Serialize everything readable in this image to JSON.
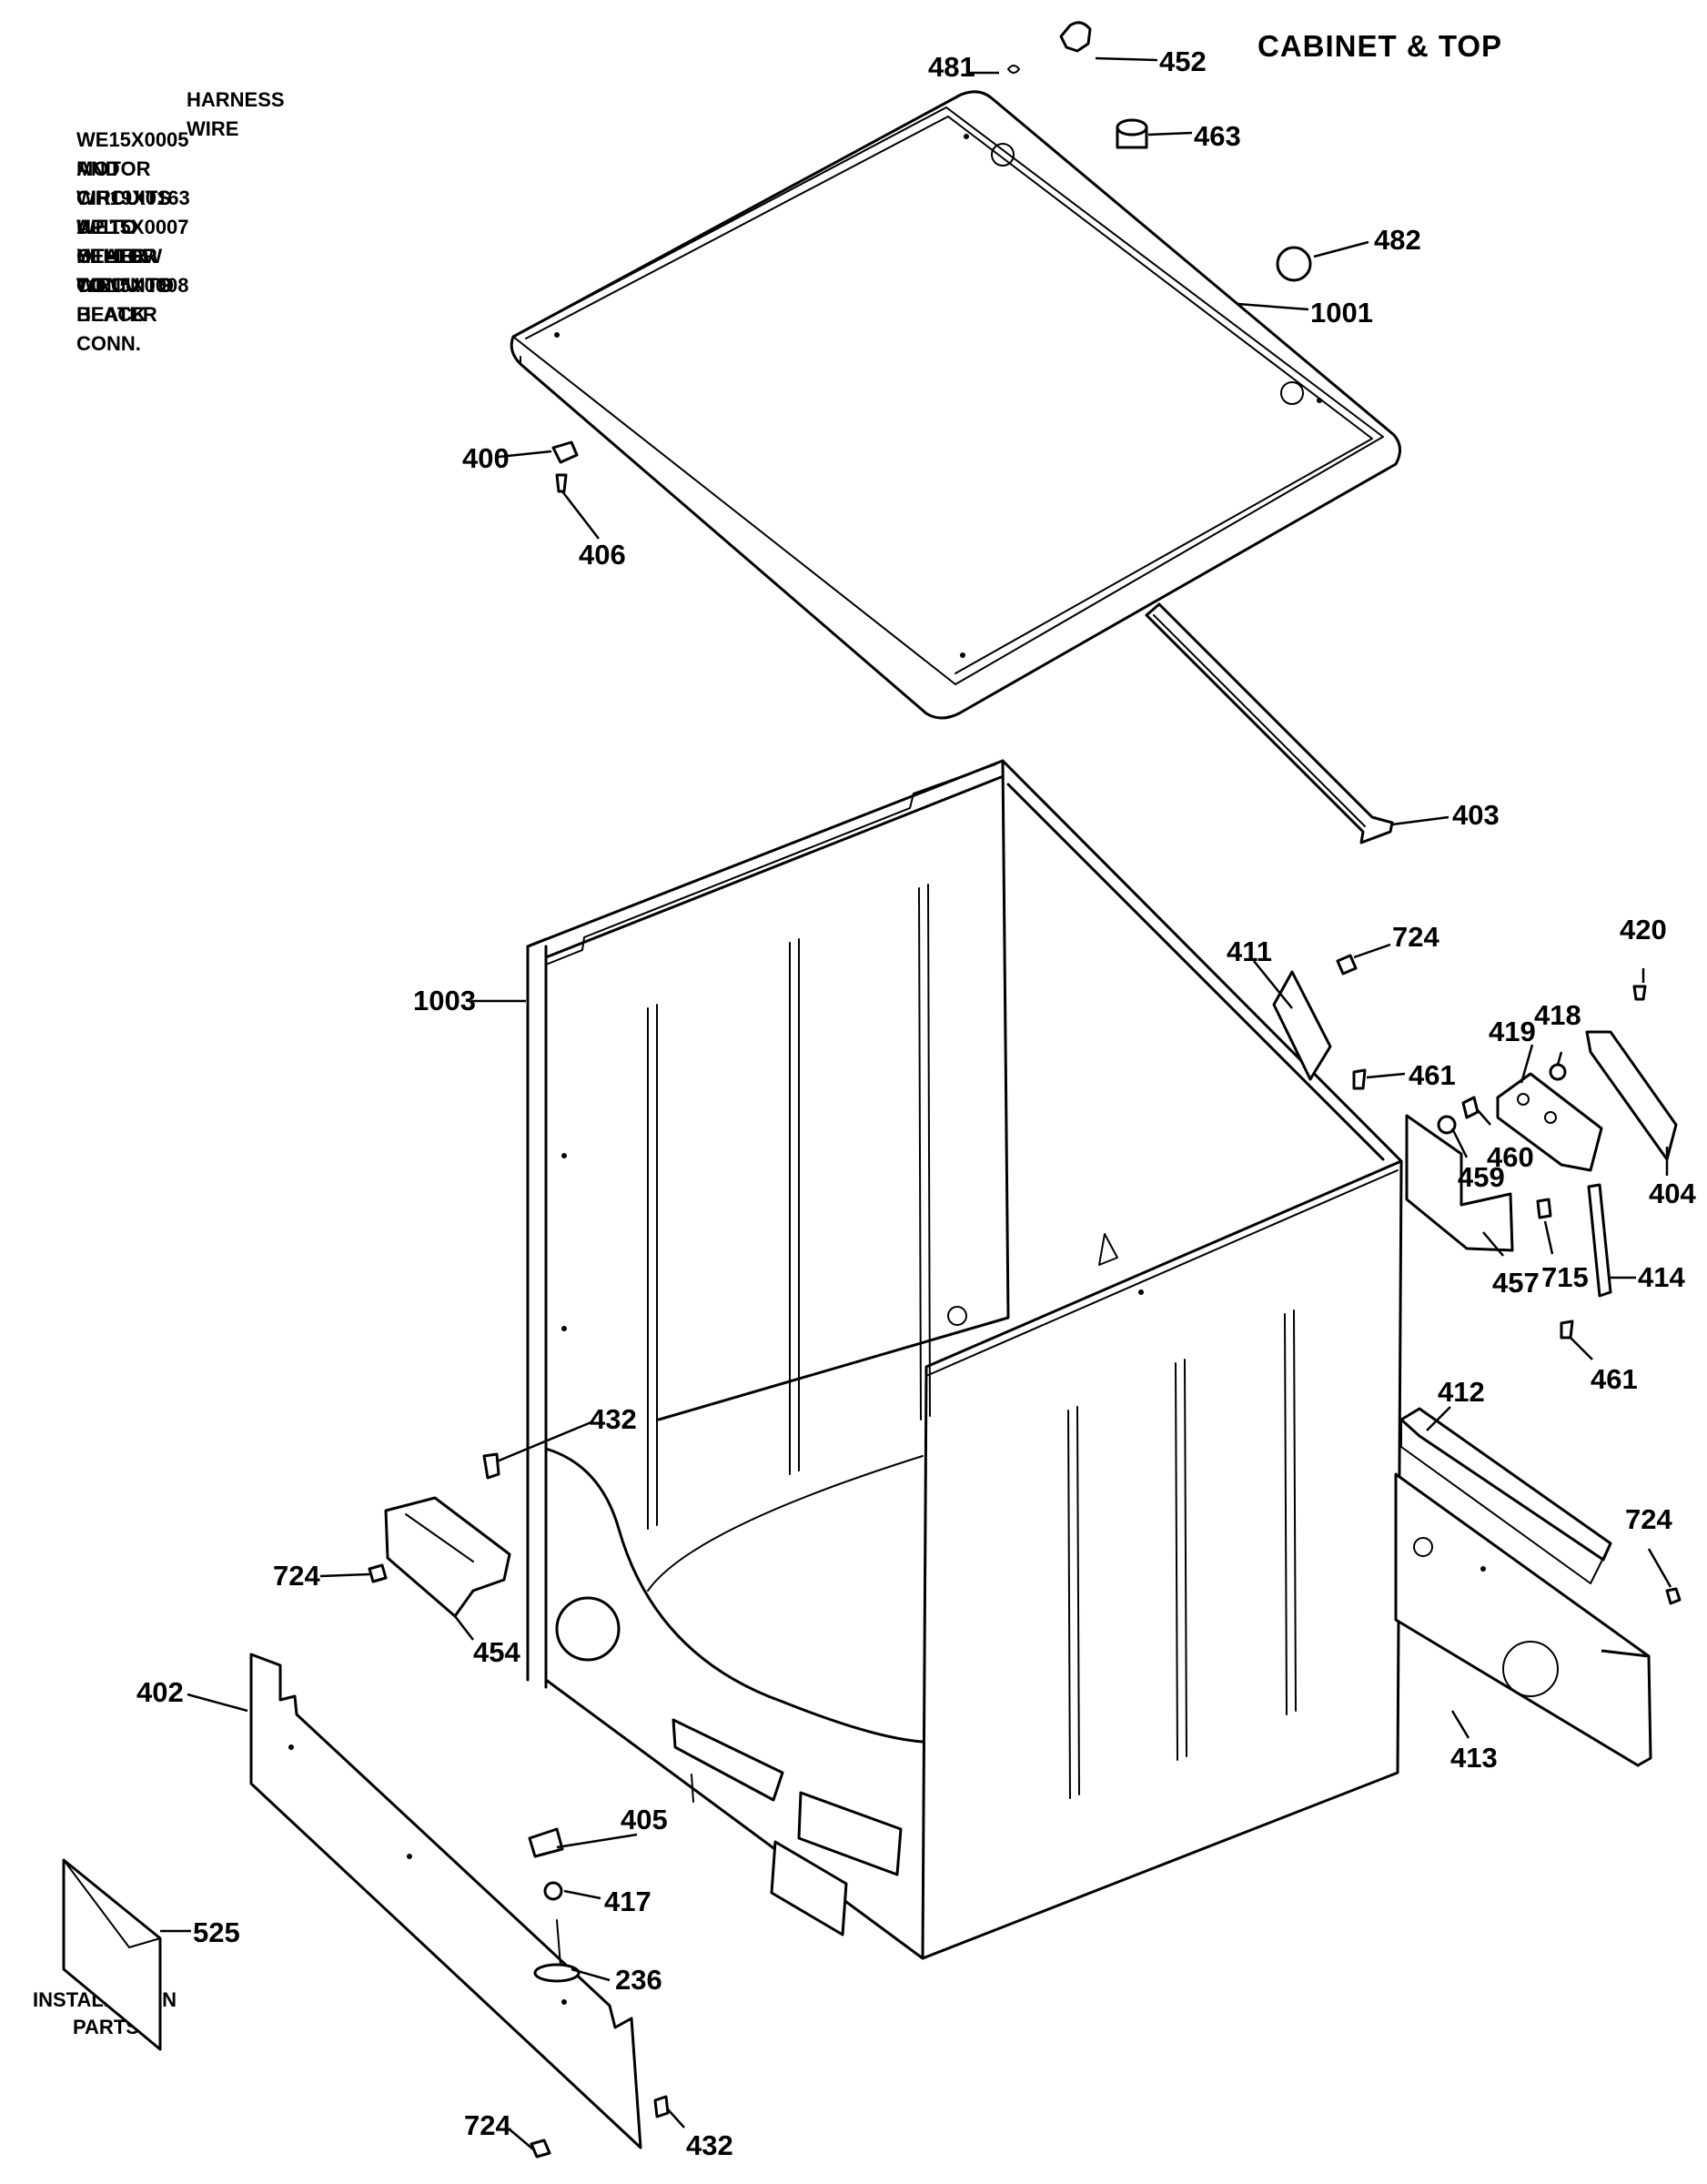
{
  "title": "CABINET & TOP",
  "harness_note": {
    "heading": "HARNESS WIRE",
    "lines": [
      "WE15X0005 MOTOR CIRCUITS",
      "AND CIRCUITS UP TO HEATER",
      "WH19X0163 ALL OTHER CIRCUITS",
      "WE15X0007 YELLOW CONN. TO",
      "HEATER WE15X0008 BLACK CONN.",
      "TO HEATER"
    ]
  },
  "installation_label": [
    "INSTALLATION",
    "PARTS"
  ],
  "part_labels": {
    "p481": "481",
    "p452": "452",
    "p463": "463",
    "p482": "482",
    "p1001": "1001",
    "p400": "400",
    "p406": "406",
    "p403": "403",
    "p1003": "1003",
    "p411": "411",
    "p724a": "724",
    "p461a": "461",
    "p420": "420",
    "p419": "419",
    "p418": "418",
    "p404": "404",
    "p459": "459",
    "p460": "460",
    "p457": "457",
    "p715": "715",
    "p414": "414",
    "p461b": "461",
    "p412": "412",
    "p724b": "724",
    "p413": "413",
    "p432a": "432",
    "p724c": "724",
    "p454": "454",
    "p402": "402",
    "p405": "405",
    "p417": "417",
    "p236": "236",
    "p525": "525",
    "p724d": "724",
    "p432b": "432"
  }
}
